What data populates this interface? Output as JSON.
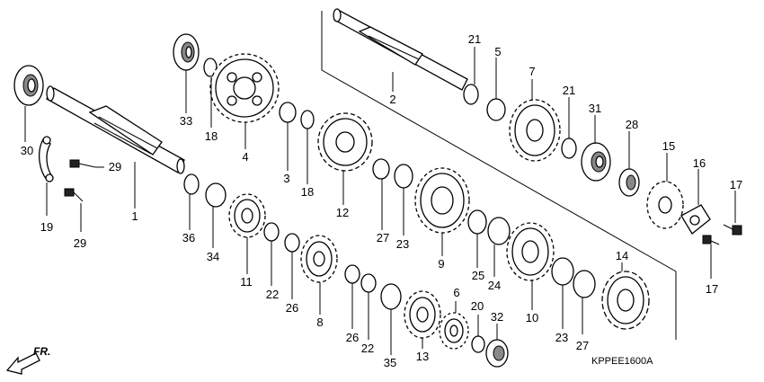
{
  "diagram_code": "KPPEE1600A",
  "direction_label": "FR.",
  "callouts": [
    {
      "id": "c1",
      "text": "1"
    },
    {
      "id": "c2",
      "text": "2"
    },
    {
      "id": "c3",
      "text": "3"
    },
    {
      "id": "c4",
      "text": "4"
    },
    {
      "id": "c5",
      "text": "5"
    },
    {
      "id": "c6",
      "text": "6"
    },
    {
      "id": "c7",
      "text": "7"
    },
    {
      "id": "c8",
      "text": "8"
    },
    {
      "id": "c9",
      "text": "9"
    },
    {
      "id": "c10",
      "text": "10"
    },
    {
      "id": "c11",
      "text": "11"
    },
    {
      "id": "c12",
      "text": "12"
    },
    {
      "id": "c13",
      "text": "13"
    },
    {
      "id": "c14",
      "text": "14"
    },
    {
      "id": "c15",
      "text": "15"
    },
    {
      "id": "c16",
      "text": "16"
    },
    {
      "id": "c17a",
      "text": "17"
    },
    {
      "id": "c17b",
      "text": "17"
    },
    {
      "id": "c18a",
      "text": "18"
    },
    {
      "id": "c18b",
      "text": "18"
    },
    {
      "id": "c19",
      "text": "19"
    },
    {
      "id": "c20",
      "text": "20"
    },
    {
      "id": "c21a",
      "text": "21"
    },
    {
      "id": "c21b",
      "text": "21"
    },
    {
      "id": "c22a",
      "text": "22"
    },
    {
      "id": "c22b",
      "text": "22"
    },
    {
      "id": "c23a",
      "text": "23"
    },
    {
      "id": "c23b",
      "text": "23"
    },
    {
      "id": "c24",
      "text": "24"
    },
    {
      "id": "c25",
      "text": "25"
    },
    {
      "id": "c26a",
      "text": "26"
    },
    {
      "id": "c26b",
      "text": "26"
    },
    {
      "id": "c27a",
      "text": "27"
    },
    {
      "id": "c27b",
      "text": "27"
    },
    {
      "id": "c28",
      "text": "28"
    },
    {
      "id": "c29a",
      "text": "29"
    },
    {
      "id": "c29b",
      "text": "29"
    },
    {
      "id": "c30",
      "text": "30"
    },
    {
      "id": "c31",
      "text": "31"
    },
    {
      "id": "c32",
      "text": "32"
    },
    {
      "id": "c33",
      "text": "33"
    },
    {
      "id": "c34",
      "text": "34"
    },
    {
      "id": "c35",
      "text": "35"
    },
    {
      "id": "c36",
      "text": "36"
    }
  ]
}
